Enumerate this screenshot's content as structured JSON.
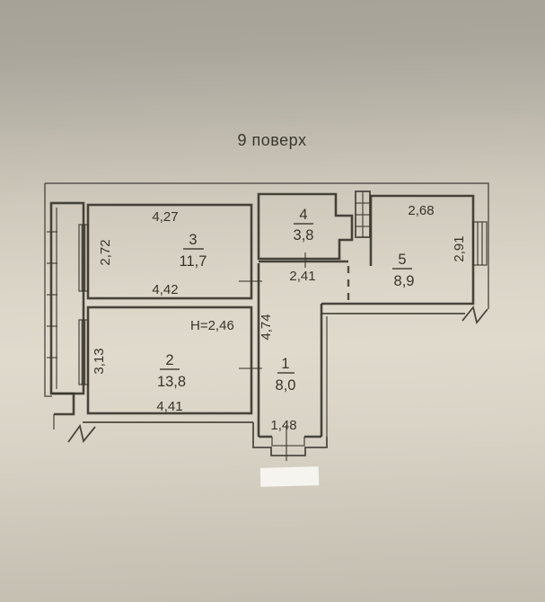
{
  "title": "9 поверх",
  "plan": {
    "height_note": "H=2,46",
    "rooms": {
      "r1": {
        "number": "1",
        "area": "8,0"
      },
      "r2": {
        "number": "2",
        "area": "13,8"
      },
      "r3": {
        "number": "3",
        "area": "11,7"
      },
      "r4": {
        "number": "4",
        "area": "3,8"
      },
      "r5": {
        "number": "5",
        "area": "8,9"
      }
    },
    "dimensions": {
      "r3_top": "4,27",
      "r3_left": "2,72",
      "r3_bottom": "4,42",
      "r2_left": "3,13",
      "r2_bottom": "4,41",
      "hall_top_width": "2,41",
      "hall_length": "4,74",
      "entry_width": "1,48",
      "r5_top": "2,68",
      "r5_right": "2,91"
    }
  },
  "colors": {
    "paper_light": "#e0dacd",
    "paper_dark": "#a6a298",
    "ink": "#3a362e",
    "redaction": "#f6f4ef"
  }
}
